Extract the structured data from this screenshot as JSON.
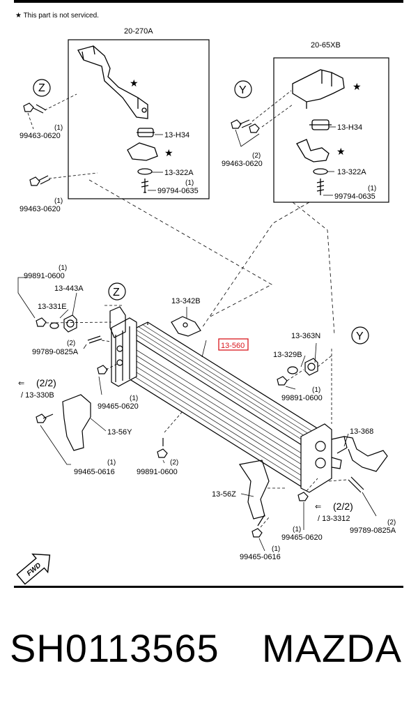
{
  "note": "★ This part is not serviced.",
  "star_symbol": "★",
  "fwd_label": "FWD",
  "view_labels": {
    "z": "Z",
    "y": "Y"
  },
  "footer": {
    "part_number": "SH0113565",
    "brand": "MAZDA"
  },
  "highlight_color": "#d9161c",
  "callouts": {
    "bracket_left": "20-270A",
    "bracket_right": "20-65XB",
    "h34_left": "13-H34",
    "h34_right": "13-H34",
    "w322a_left": "13-322A",
    "w322a_right": "13-322A",
    "b99794_left": "99794-0635",
    "b99794_left_qty": "(1)",
    "b99794_right": "99794-0635",
    "b99794_right_qty": "(1)",
    "b99463_l1": "99463-0620",
    "b99463_l1_qty": "(1)",
    "b99463_l2": "99463-0620",
    "b99463_l2_qty": "(1)",
    "b99463_r": "99463-0620",
    "b99463_r_qty": "(2)",
    "n99891_top": "99891-0600",
    "n99891_top_qty": "(1)",
    "p443a": "13-443A",
    "p331e": "13-331E",
    "p99789_left": "99789-0825A",
    "p99789_left_qty": "(2)",
    "ref_left_page": "(2/2)",
    "ref_left_part": "/ 13-330B",
    "p342b": "13-342B",
    "p560_highlight": "13-560",
    "p363n": "13-363N",
    "p329b": "13-329B",
    "n99891_right": "99891-0600",
    "n99891_right_qty": "(1)",
    "p99465_0620_left": "99465-0620",
    "p99465_0620_left_qty": "(1)",
    "p56y": "13-56Y",
    "p99465_0616_left": "99465-0616",
    "p99465_0616_left_qty": "(1)",
    "n99891_bottom": "99891-0600",
    "n99891_bottom_qty": "(2)",
    "p368": "13-368",
    "p56z": "13-56Z",
    "ref_right_page": "(2/2)",
    "ref_right_part": "/ 13-3312",
    "p99465_0620_right": "99465-0620",
    "p99465_0620_right_qty": "(1)",
    "p99789_right": "99789-0825A",
    "p99789_right_qty": "(2)",
    "p99465_0616_right": "99465-0616",
    "p99465_0616_right_qty": "(1)"
  }
}
